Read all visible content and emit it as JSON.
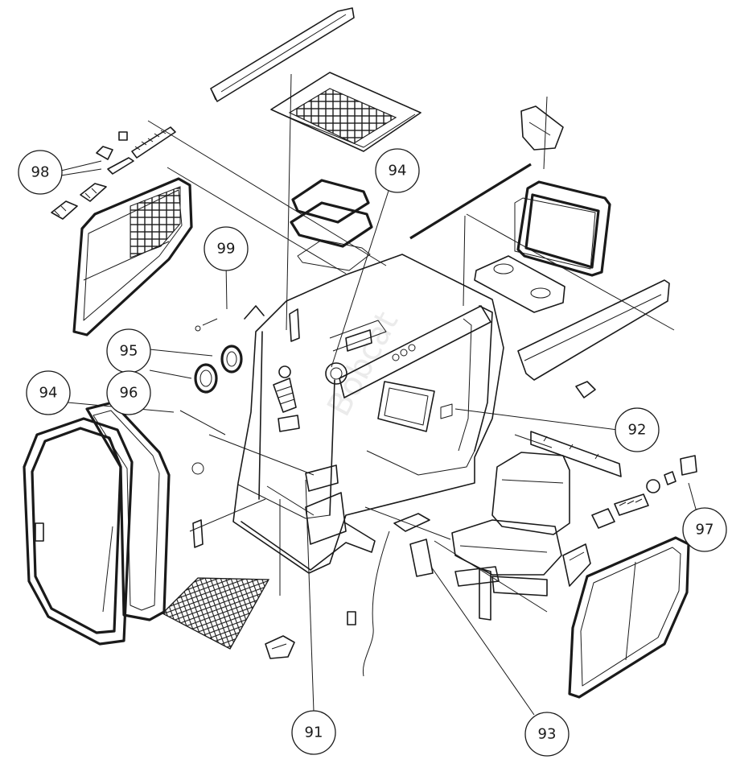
{
  "callouts": [
    {
      "id": "c98",
      "label": "98"
    },
    {
      "id": "c99",
      "label": "99"
    },
    {
      "id": "c94a",
      "label": "94"
    },
    {
      "id": "c95",
      "label": "95"
    },
    {
      "id": "c96",
      "label": "96"
    },
    {
      "id": "c94b",
      "label": "94"
    },
    {
      "id": "c92",
      "label": "92"
    },
    {
      "id": "c97",
      "label": "97"
    },
    {
      "id": "c91",
      "label": "91"
    },
    {
      "id": "c93",
      "label": "93"
    }
  ],
  "watermark": "Bobcat"
}
